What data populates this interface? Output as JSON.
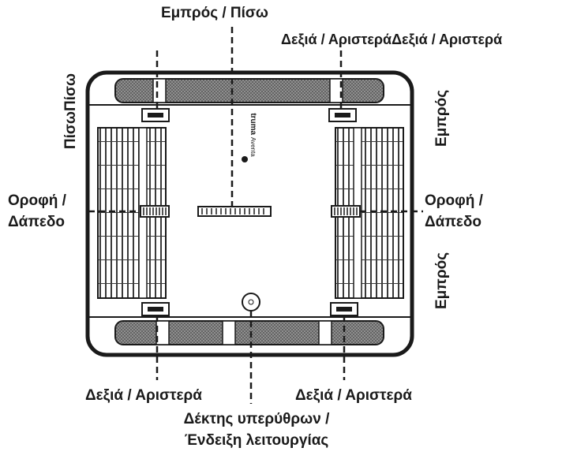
{
  "labels": {
    "front_back": "Εμπρός / Πίσω",
    "right_left_top": "Δεξιά / ΑριστεράΔεξιά / Αριστερά",
    "back_back": "ΠίσωΠίσω",
    "front_upper": "Εμπρός",
    "front_lower": "Εμπρός",
    "ceiling_floor_left_1": "Οροφή /",
    "ceiling_floor_left_2": "Δάπεδο",
    "ceiling_floor_right_1": "Οροφή /",
    "ceiling_floor_right_2": "Δάπεδο",
    "right_left_bottom_left": "Δεξιά / Αριστερά",
    "right_left_bottom_right": "Δεξιά / Αριστερά",
    "ir_receiver_1": "Δέκτης υπερύθρων /",
    "ir_receiver_2": "Ένδειξη λειτουργίας"
  },
  "logo": {
    "brand": "truma",
    "model": "Aventa"
  },
  "colors": {
    "ink": "#1a1a1a",
    "grille": "#8a8a8a",
    "background": "#ffffff"
  }
}
